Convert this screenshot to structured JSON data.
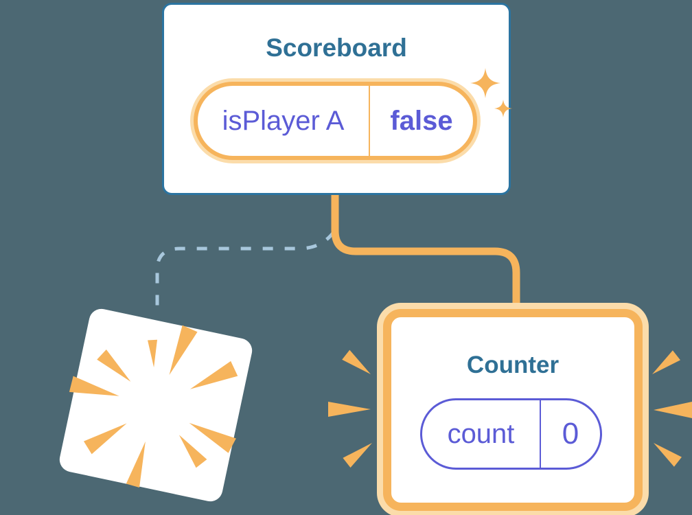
{
  "scoreboard_card": {
    "title": "Scoreboard",
    "state_pill": {
      "key": "isPlayer A",
      "value": "false"
    }
  },
  "counter_card": {
    "title": "Counter",
    "state_pill": {
      "key": "count",
      "value": "0"
    }
  },
  "icons": {
    "sparkles": "sparkles-icon",
    "poof_burst": "poof-burst-icon",
    "emphasis_left": "emphasis-burst-left-icon",
    "emphasis_right": "emphasis-burst-right-icon"
  },
  "colors": {
    "background": "#4C6873",
    "card_white": "#FFFFFF",
    "blue_border": "#2B74A1",
    "blue_title": "#2F7095",
    "orange": "#F6B45C",
    "orange_light": "#FBDCAA",
    "purple": "#5B5BD6",
    "dash_blue": "#A8C7DC"
  }
}
